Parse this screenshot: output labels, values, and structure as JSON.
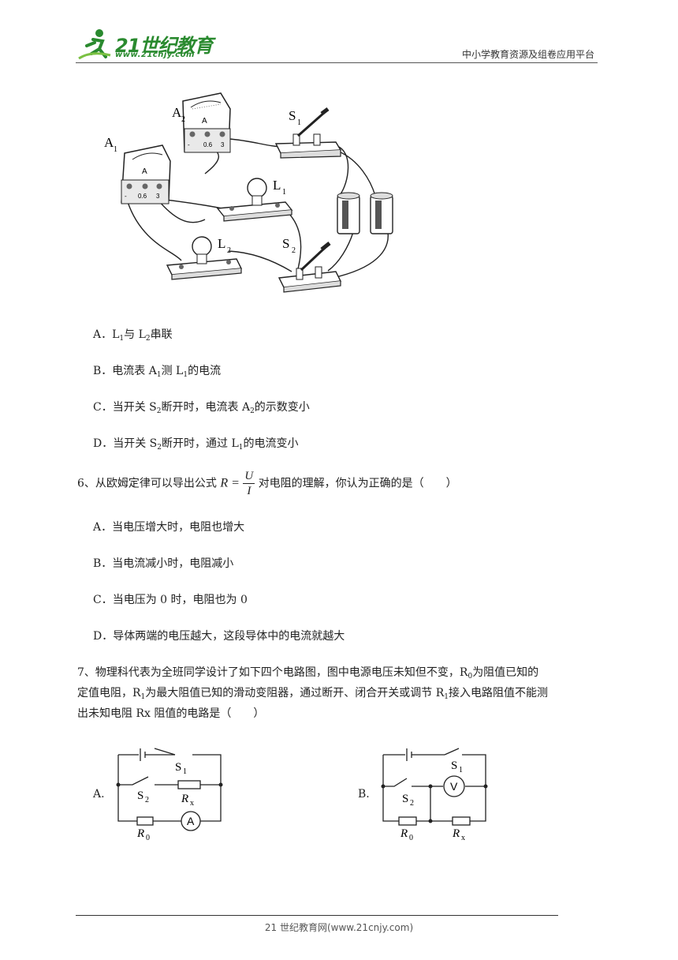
{
  "header": {
    "logo_text": "21世纪教育",
    "logo_url": "www.21cnjy.com",
    "right_text": "中小学教育资源及组卷应用平台"
  },
  "figure_labels": {
    "a1": "A",
    "a1_sub": "1",
    "a2": "A",
    "a2_sub": "2",
    "s1": "S",
    "s1_sub": "1",
    "s2": "S",
    "s2_sub": "2",
    "l1": "L",
    "l1_sub": "1",
    "l2": "L",
    "l2_sub": "2",
    "meter_unit": "A",
    "terminal_low": "-",
    "terminal_mid": "0.6",
    "terminal_high": "3"
  },
  "q5_options": {
    "a": {
      "prefix": "A．L",
      "s1": "1",
      "mid": "与 L",
      "s2": "2",
      "suffix": "串联"
    },
    "b": {
      "prefix": "B．电流表 A",
      "s1": "1",
      "mid": "测 L",
      "s2": "1",
      "suffix": "的电流"
    },
    "c": {
      "prefix": "C．当开关 S",
      "s1": "2",
      "mid": "断开时，电流表 A",
      "s2": "2",
      "suffix": "的示数变小"
    },
    "d": {
      "prefix": "D．当开关 S",
      "s1": "2",
      "mid": "断开时，通过 L",
      "s2": "1",
      "suffix": "的电流变小"
    }
  },
  "q6": {
    "stem_before": "6、从欧姆定律可以导出公式 ",
    "formula_lhs": "R =",
    "formula_num": "U",
    "formula_den": "I",
    "stem_after": " 对电阻的理解，你认为正确的是（　　）",
    "options": [
      "A．当电压增大时，电阻也增大",
      "B．当电流减小时，电阻减小",
      "C．当电压为 0 时，电阻也为 0",
      "D．导体两端的电压越大，这段导体中的电流就越大"
    ]
  },
  "q7": {
    "line1_a": "7、物理科代表为全班同学设计了如下四个电路图，图中电源电压未知但不变，R",
    "line1_sub": "0",
    "line1_b": "为阻值已知的",
    "line2_a": "定值电阻，R",
    "line2_sub": "1",
    "line2_b": "为最大阻值已知的滑动变阻器，通过断开、闭合开关或调节 R",
    "line2_sub2": "1",
    "line2_c": "接入电路阻值不能测",
    "line3": "出未知电阻 Rx 阻值的电路是（　　）",
    "circuit_a_label": "A.",
    "circuit_b_label": "B.",
    "circuit_a": {
      "s1": "S",
      "s1_sub": "1",
      "s2": "S",
      "s2_sub": "2",
      "rx": "R",
      "rx_sub": "x",
      "r0": "R",
      "r0_sub": "0",
      "meter": "A"
    },
    "circuit_b": {
      "s1": "S",
      "s1_sub": "1",
      "s2": "S",
      "s2_sub": "2",
      "rx": "R",
      "rx_sub": "x",
      "r0": "R",
      "r0_sub": "0",
      "meter": "V"
    }
  },
  "footer": {
    "text": "21 世纪教育网(www.21cnjy.com)"
  }
}
